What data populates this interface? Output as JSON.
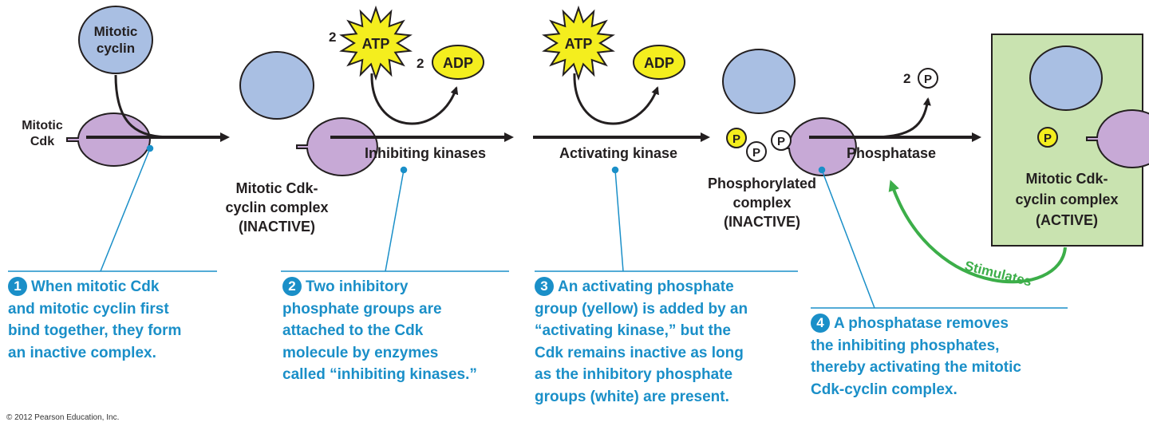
{
  "colors": {
    "cyclin": "#a9bfe3",
    "cdk": "#c7a9d6",
    "atp": "#f4ee1e",
    "phosphate_active": "#f4ee1e",
    "active_box": "#c9e3b0",
    "stimulate_arrow": "#3cae49",
    "leader": "#1a8fc8",
    "step_text": "#1a8fc8"
  },
  "molecules": {
    "cyclin_label": [
      "Mitotic",
      "cyclin"
    ],
    "cdk_label": [
      "Mitotic",
      "Cdk"
    ],
    "atp": "ATP",
    "adp": "ADP",
    "phosphate": "P",
    "coefficient": "2"
  },
  "labels": {
    "inactive_complex": [
      "Mitotic Cdk-",
      "cyclin complex",
      "(INACTIVE)"
    ],
    "inhibiting_kinases": "Inhibiting kinases",
    "activating_kinase": "Activating kinase",
    "phosphorylated_complex": [
      "Phosphorylated",
      "complex",
      "(INACTIVE)"
    ],
    "phosphatase": "Phosphatase",
    "active_complex": [
      "Mitotic Cdk-",
      "cyclin complex",
      "(ACTIVE)"
    ],
    "stimulates": "Stimulates"
  },
  "steps": [
    {
      "number": "1",
      "lines": [
        "When mitotic Cdk",
        "and mitotic cyclin first",
        "bind together, they form",
        "an inactive complex."
      ]
    },
    {
      "number": "2",
      "lines": [
        "Two inhibitory",
        "phosphate groups are",
        "attached to the Cdk",
        "molecule by enzymes",
        "called “inhibiting kinases.”"
      ]
    },
    {
      "number": "3",
      "lines": [
        "An activating phosphate",
        "group (yellow) is added by an",
        "“activating kinase,” but the",
        "Cdk remains inactive as long",
        "as the inhibitory phosphate",
        "groups (white) are present."
      ]
    },
    {
      "number": "4",
      "lines": [
        "A phosphatase removes",
        "the inhibiting phosphates,",
        "thereby activating the mitotic",
        "Cdk-cyclin complex."
      ]
    }
  ],
  "copyright": "© 2012 Pearson Education, Inc."
}
